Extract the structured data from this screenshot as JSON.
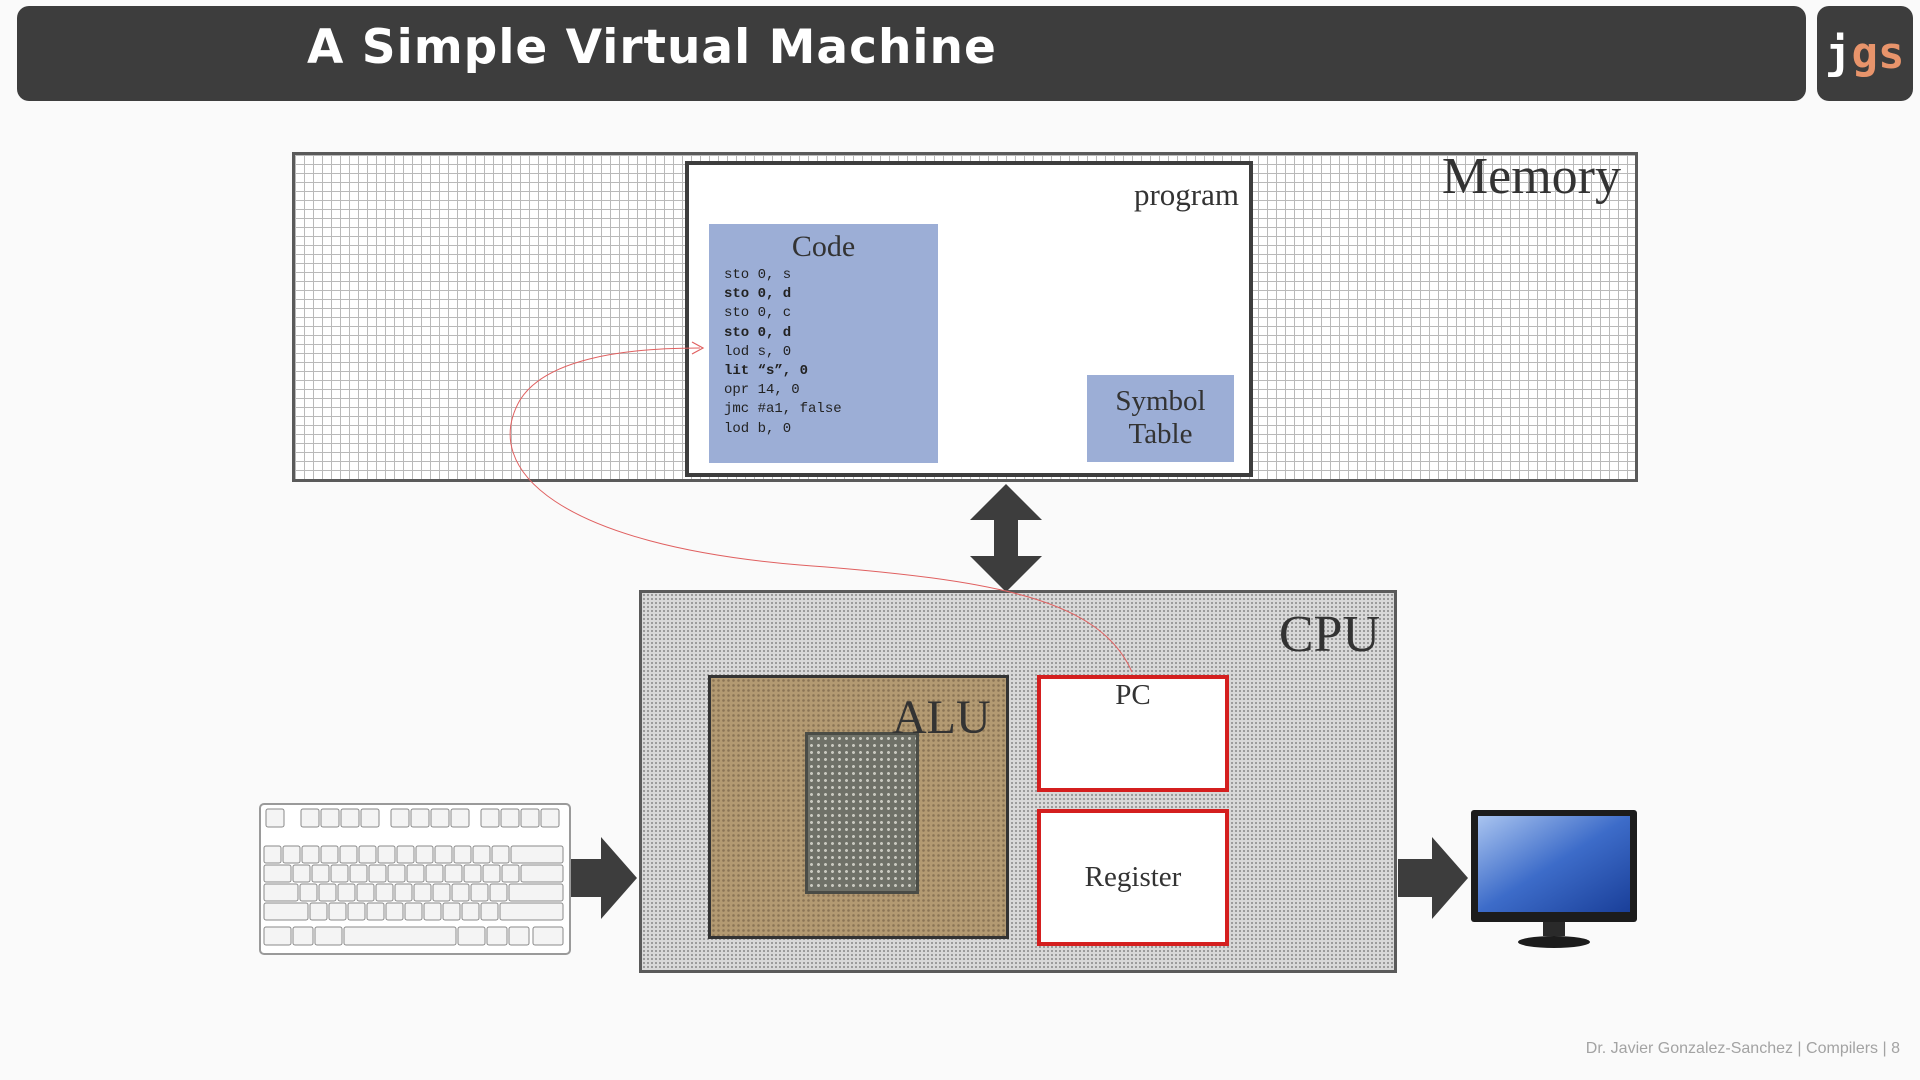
{
  "header": {
    "title": "A Simple Virtual Machine"
  },
  "logo": {
    "j": "j",
    "gs": "gs",
    "accent": "#e8946b"
  },
  "memory": {
    "label": "Memory",
    "program": {
      "label": "program",
      "code": {
        "title": "Code",
        "lines": [
          "sto 0, s",
          "sto 0, d",
          "sto 0, c",
          "sto 0, d",
          "lod s, 0",
          "lit “s”, 0",
          "opr 14, 0",
          "jmc #a1, false",
          "lod b, 0"
        ]
      },
      "symbol_table": {
        "line1": "Symbol",
        "line2": "Table"
      }
    }
  },
  "cpu": {
    "label": "CPU",
    "alu": {
      "label": "ALU"
    },
    "pc": {
      "label": "PC"
    },
    "register": {
      "label": "Register"
    }
  },
  "colors": {
    "box_fill": "#9caed6",
    "register_border": "#d41f1f",
    "title_bar": "#3d3d3d"
  },
  "footer": {
    "text": "Dr. Javier Gonzalez-Sanchez | Compilers | 8"
  }
}
